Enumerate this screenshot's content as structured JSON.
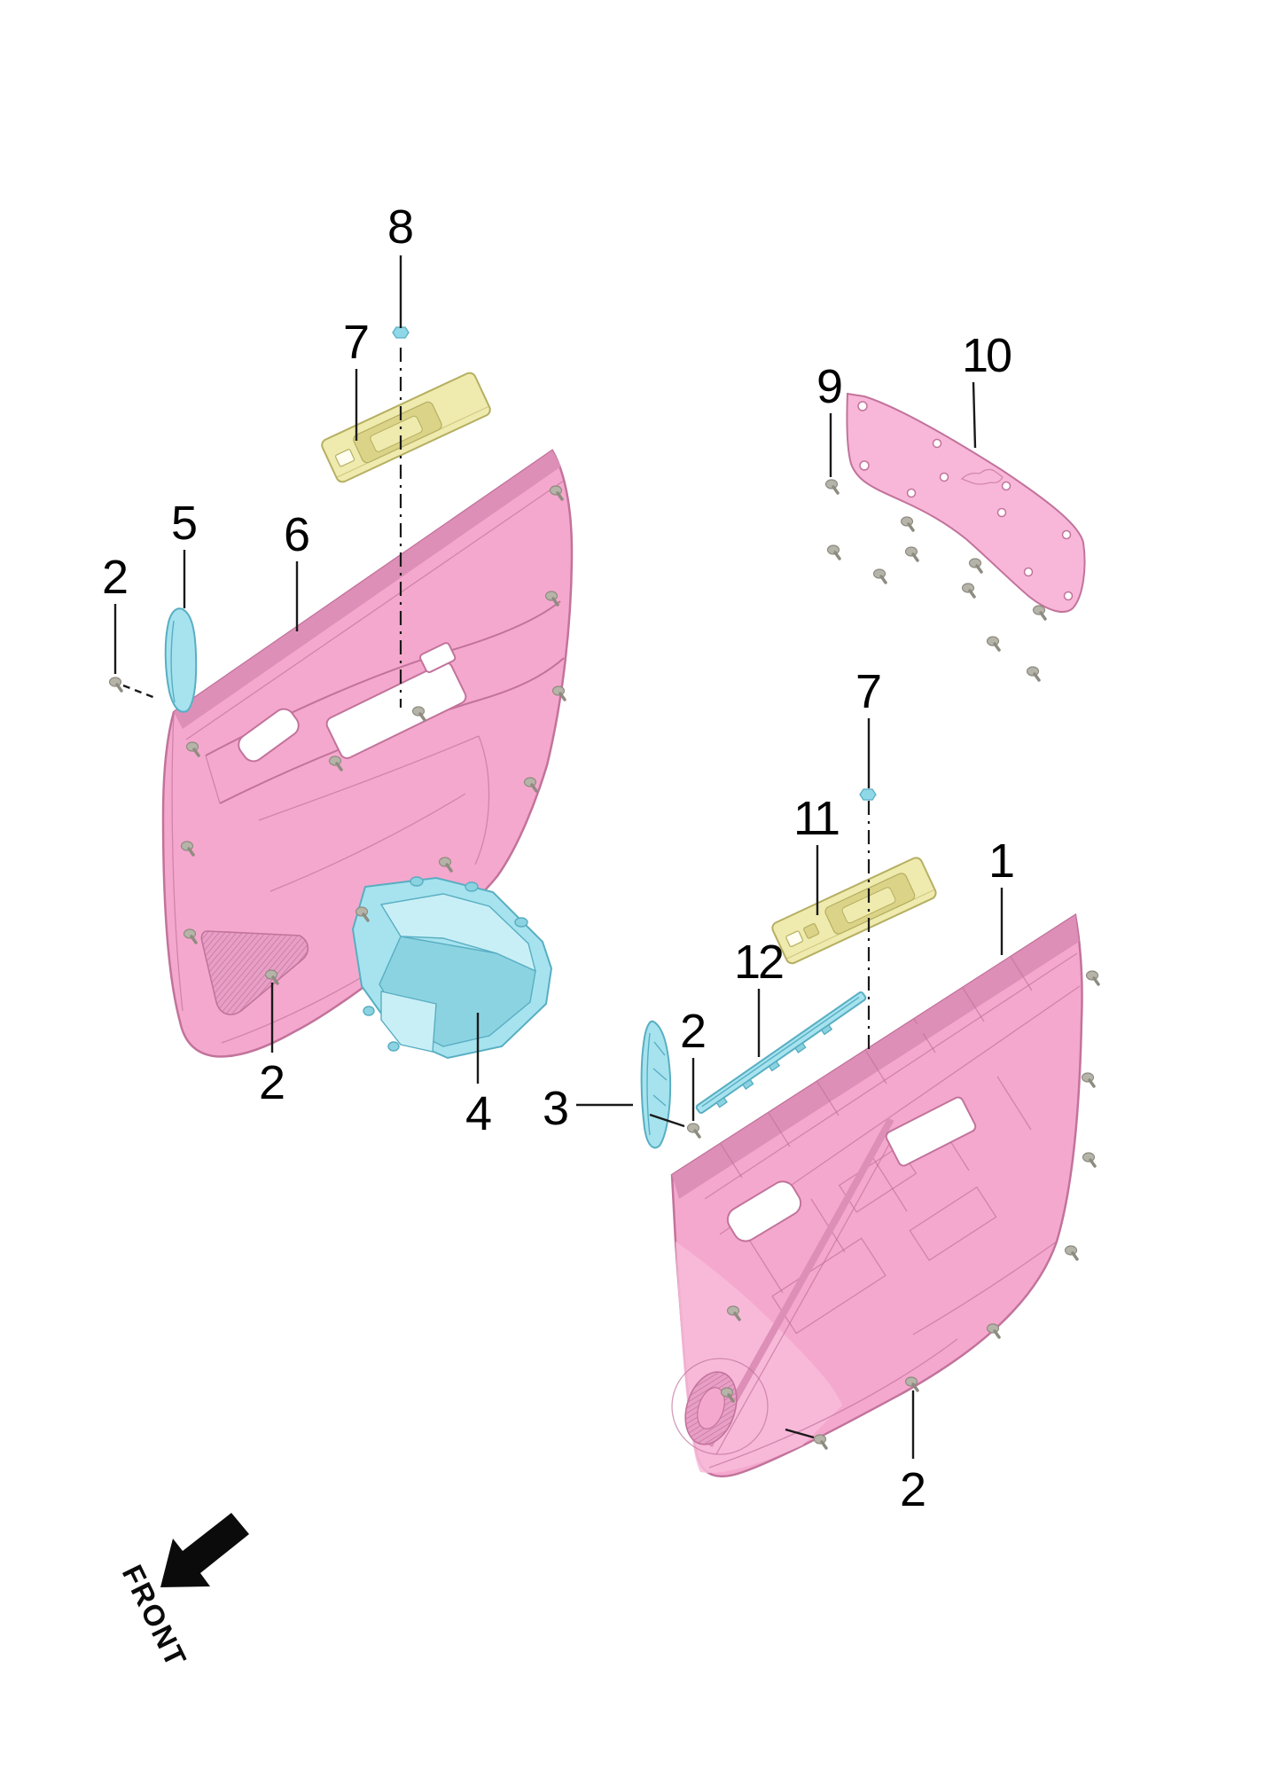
{
  "figure": {
    "front_label": "FRONT",
    "callouts": [
      {
        "number": "8"
      },
      {
        "number": "7"
      },
      {
        "number": "5"
      },
      {
        "number": "2"
      },
      {
        "number": "6"
      },
      {
        "number": "9"
      },
      {
        "number": "10"
      },
      {
        "number": "2"
      },
      {
        "number": "4"
      },
      {
        "number": "3"
      },
      {
        "number": "2"
      },
      {
        "number": "12"
      },
      {
        "number": "7"
      },
      {
        "number": "11"
      },
      {
        "number": "1"
      },
      {
        "number": "2"
      }
    ]
  },
  "colors": {
    "pink_panel": "#F5A8CD",
    "pink_edge": "#DD8FB7",
    "pink_light": "#F8BCDA",
    "pink_grille": "#E89FC6",
    "pink_stroke": "#C2739B",
    "shield_pink": "#F8B7D9",
    "cyan": "#A6E3EF",
    "cyan_dark": "#8CD3E2",
    "cyan_light": "#C9EFF6",
    "cyan_stroke": "#58AEC2",
    "yellow": "#EFEAAD",
    "yellow_dark": "#DBD488",
    "yellow_stroke": "#B5AF62",
    "screw": "#B6B4A8",
    "screw_dark": "#8E8C80"
  }
}
